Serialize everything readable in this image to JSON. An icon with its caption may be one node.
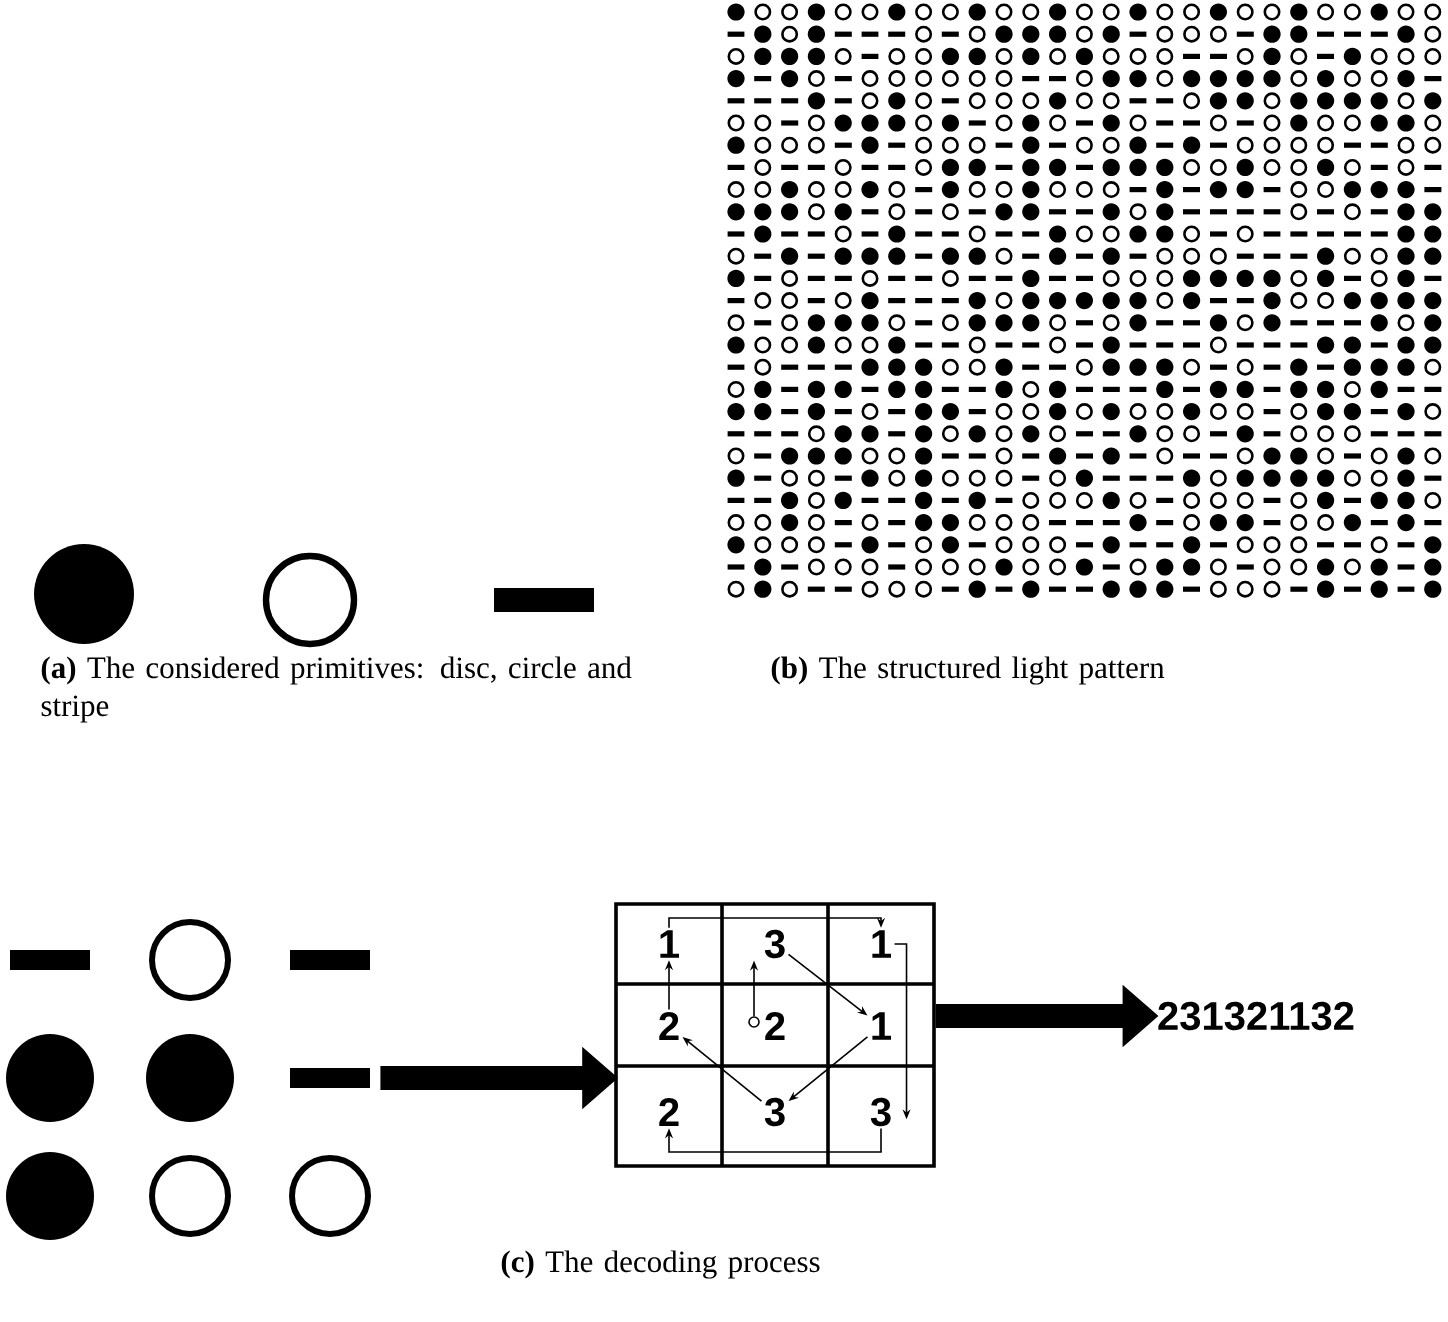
{
  "diagram": {
    "nodes": [
      {
        "text": [],
        "shape": "picture"
      },
      {
        "text": [],
        "shape": "box"
      },
      {
        "text": [
          "1"
        ],
        "in": 1
      },
      {
        "text": [
          "3"
        ],
        "in": 1
      },
      {
        "text": [
          "1"
        ],
        "in": 1
      },
      {
        "text": [
          "2"
        ],
        "in": 1
      },
      {
        "text": [
          "2"
        ],
        "in": 1
      },
      {
        "text": [
          "1"
        ],
        "in": 1
      },
      {
        "text": [
          "2"
        ],
        "in": 1
      },
      {
        "text": [
          "3"
        ],
        "in": 1
      },
      {
        "text": [
          "3"
        ],
        "in": 1
      },
      {
        "text": [
          "231321132"
        ]
      },
      {
        "text": [],
        "shape": "circle",
        "in": 1
      }
    ],
    "edges": [
      {
        "from": 0,
        "to": 1,
        "arrow": "to",
        "style": "thick"
      },
      {
        "from": 1,
        "to": 11,
        "arrow": "to",
        "style": "thick"
      },
      {
        "from": 12,
        "to": 3,
        "arrow": "to"
      },
      {
        "from": 3,
        "to": 7,
        "arrow": "to"
      },
      {
        "from": 7,
        "to": 9,
        "arrow": "to"
      },
      {
        "from": 9,
        "to": 5,
        "arrow": "to"
      },
      {
        "from": 5,
        "to": 2,
        "arrow": "to"
      },
      {
        "from": 2,
        "to": 4,
        "arrow": "to"
      },
      {
        "from": 4,
        "to": 10,
        "arrow": "to"
      },
      {
        "from": 10,
        "to": 8,
        "arrow": "to"
      }
    ],
    "labels": [
      "**(a)** The considered primitives: disc, circle and stripe",
      "**(b)** The structured light pattern",
      "**(c)** The decoding process"
    ]
  }
}
